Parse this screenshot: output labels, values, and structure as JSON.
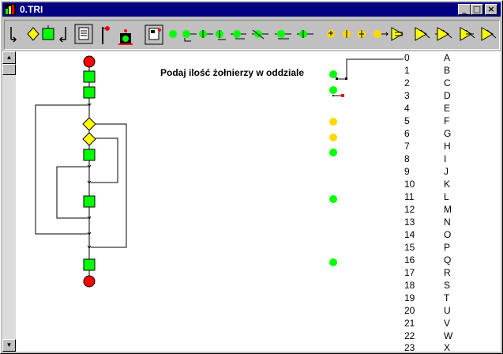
{
  "window": {
    "title": "0.TRI",
    "minimize_label": "_",
    "maximize_label": "□",
    "close_label": "×"
  },
  "colors": {
    "titlebar": "#000080",
    "process_block": "#00ff00",
    "decision_block": "#ffff00",
    "terminal_block": "#ff0000",
    "io_block": "#ffd800"
  },
  "toolbar": {
    "tools": [
      "arrow-tool-icon",
      "decision-tool-icon",
      "process-tool-icon",
      "return-arrow-tool-icon",
      "document-tool-icon",
      "flag-tool-icon",
      "train-tool-icon",
      "save-document-icon",
      "green-dot-icon",
      "green-dot-arrow-icon",
      "green-loop-icon",
      "yellow-io-icon",
      "equals-icon",
      "arrow-flag-icon"
    ]
  },
  "program": {
    "prompt_text": "Podaj ilość żołnierzy w oddziale"
  },
  "variables": {
    "numbers": [
      "0",
      "1",
      "2",
      "3",
      "4",
      "5",
      "6",
      "7",
      "8",
      "9",
      "10",
      "11",
      "12",
      "13",
      "14",
      "15",
      "16",
      "17",
      "18",
      "19",
      "20",
      "21",
      "22",
      "23"
    ],
    "letters": [
      "A",
      "B",
      "C",
      "D",
      "E",
      "F",
      "G",
      "H",
      "I",
      "J",
      "K",
      "L",
      "M",
      "N",
      "O",
      "P",
      "Q",
      "R",
      "S",
      "T",
      "U",
      "V",
      "W",
      "X"
    ]
  }
}
